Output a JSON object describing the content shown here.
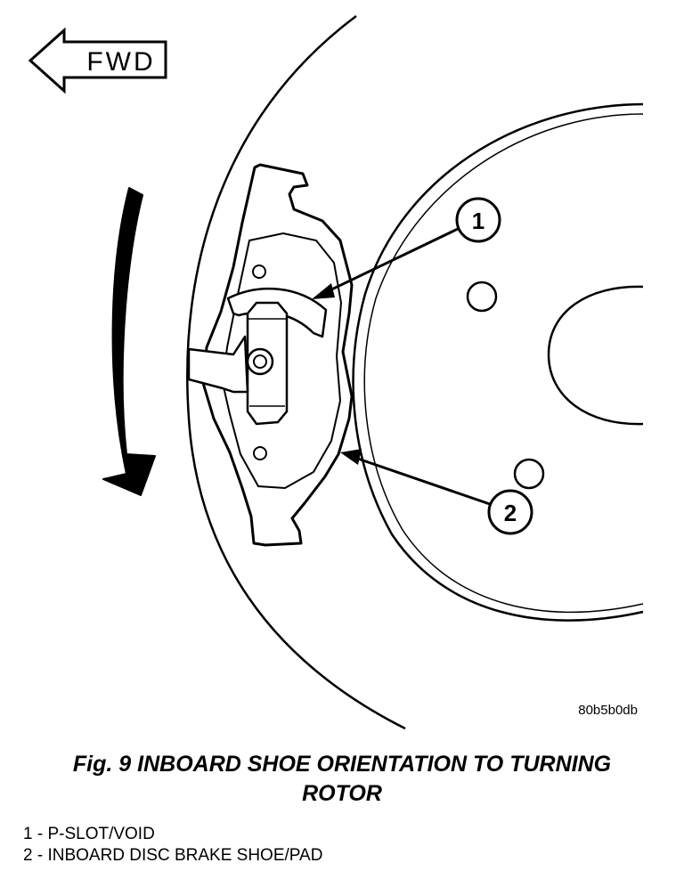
{
  "direction_label": "FWD",
  "callouts": [
    "1",
    "2"
  ],
  "image_code": "80b5b0db",
  "caption": {
    "line1": "Fig. 9 INBOARD SHOE ORIENTATION TO TURNING",
    "line2": "ROTOR"
  },
  "legend": [
    "1 - P-SLOT/VOID",
    "2 - INBOARD DISC BRAKE SHOE/PAD"
  ]
}
